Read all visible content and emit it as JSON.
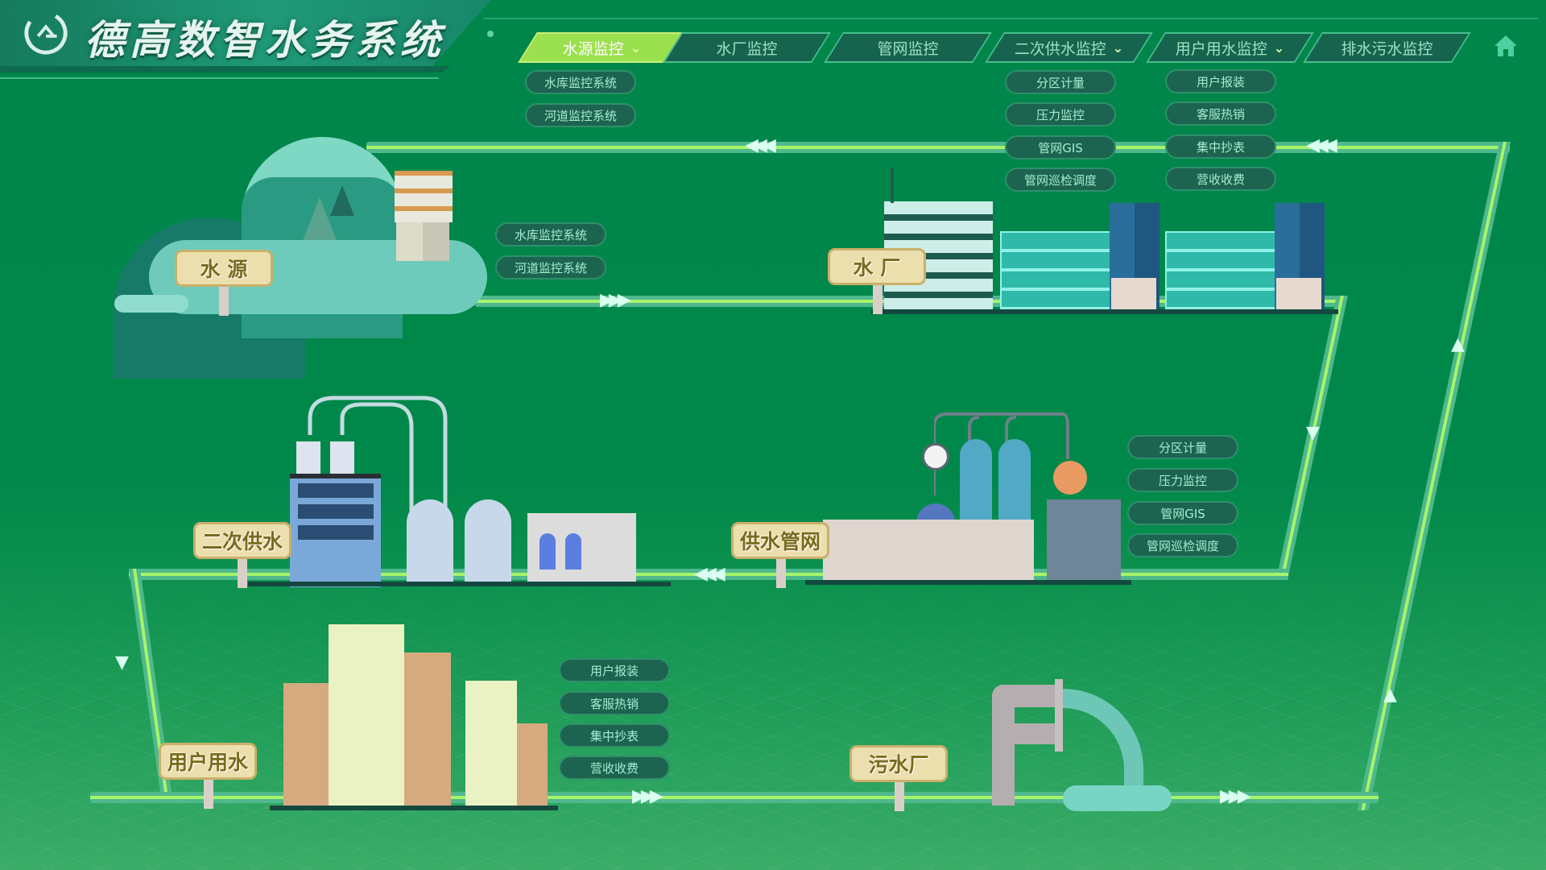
{
  "app": {
    "title": "德高数智水务系统"
  },
  "colors": {
    "background": "#00884a",
    "pipe_outer": "#4fb88c",
    "pipe_inner": "#a6f46a",
    "nav_active": "#9be04f",
    "nav_inactive": "#16644e",
    "pill_bg": "#1c6450",
    "sign_bg": "#ecdfae"
  },
  "nav": {
    "items": [
      {
        "label": "水源监控",
        "dropdown": true,
        "active": true
      },
      {
        "label": "水厂监控",
        "dropdown": false,
        "active": false
      },
      {
        "label": "管网监控",
        "dropdown": false,
        "active": false
      },
      {
        "label": "二次供水监控",
        "dropdown": true,
        "active": false
      },
      {
        "label": "用户用水监控",
        "dropdown": true,
        "active": false
      },
      {
        "label": "排水污水监控",
        "dropdown": false,
        "active": false
      }
    ],
    "chevron": "⌄",
    "home_icon": "home-icon",
    "dropdowns": {
      "source": [
        "水库监控系统",
        "河道监控系统"
      ],
      "secondary": [
        "分区计量",
        "压力监控",
        "管网GIS",
        "管网巡检调度"
      ],
      "user": [
        "用户报装",
        "客服热销",
        "集中抄表",
        "营收收费"
      ]
    }
  },
  "stations": {
    "source": {
      "label": "水 源",
      "pills": [
        "水库监控系统",
        "河道监控系统"
      ]
    },
    "plant": {
      "label": "水 厂"
    },
    "secondary": {
      "label": "二次供水"
    },
    "network": {
      "label": "供水管网",
      "pills": [
        "分区计量",
        "压力监控",
        "管网GIS",
        "管网巡检调度"
      ]
    },
    "user": {
      "label": "用户用水",
      "pills": [
        "用户报装",
        "客服热销",
        "集中抄表",
        "营收收费"
      ]
    },
    "sewage": {
      "label": "污水厂"
    }
  },
  "flow_arrows": {
    "left": "◀◀◀",
    "right": "▶▶▶",
    "up": "▲",
    "down": "▼"
  }
}
